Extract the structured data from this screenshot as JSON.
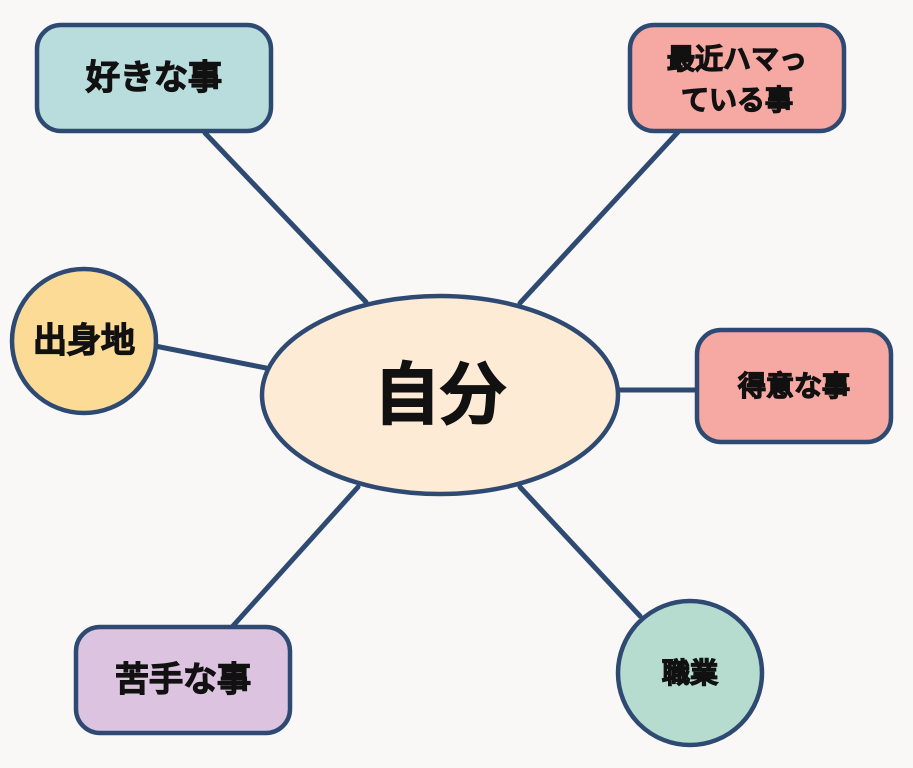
{
  "center": {
    "label": "自分",
    "fill": "#fdebd6",
    "text_color": "#c4000f"
  },
  "nodes": [
    {
      "id": "suki",
      "lines": [
        "好きな事"
      ],
      "fill": "#b9dcdc"
    },
    {
      "id": "hamatte",
      "lines": [
        "最近ハマっ",
        "ている事"
      ],
      "fill": "#f6a8a2"
    },
    {
      "id": "shusshin",
      "lines": [
        "出身地"
      ],
      "fill": "#fcdb96"
    },
    {
      "id": "tokui",
      "lines": [
        "得意な事"
      ],
      "fill": "#f6a8a2"
    },
    {
      "id": "nigate",
      "lines": [
        "苦手な事"
      ],
      "fill": "#dcc4e0"
    },
    {
      "id": "shokugyo",
      "lines": [
        "職業"
      ],
      "fill": "#b6dccf"
    }
  ],
  "colors": {
    "stroke": "#2f4a72",
    "background": "#f9f8f7"
  }
}
